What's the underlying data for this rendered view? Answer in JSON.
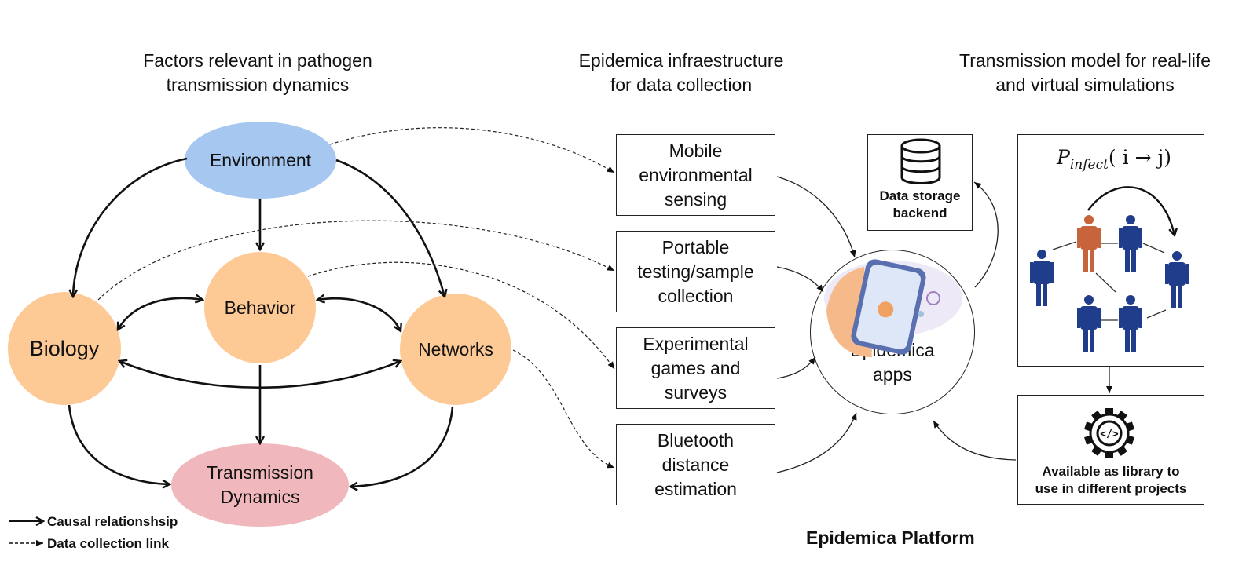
{
  "headings": {
    "factors": [
      "Factors relevant in pathogen",
      "transmission dynamics"
    ],
    "infrastructure": [
      "Epidemica infraestructure",
      "for data collection"
    ],
    "model": [
      "Transmission model for real-life",
      "and virtual simulations"
    ]
  },
  "factor_nodes": {
    "environment": "Environment",
    "biology": "Biology",
    "behavior": "Behavior",
    "networks": "Networks",
    "transmission": [
      "Transmission",
      "Dynamics"
    ]
  },
  "collection_boxes": [
    [
      "Mobile",
      "environmental",
      "sensing"
    ],
    [
      "Portable",
      "testing/sample",
      "collection"
    ],
    [
      "Experimental",
      "games and",
      "surveys"
    ],
    [
      "Bluetooth",
      "distance",
      "estimation"
    ]
  ],
  "storage": [
    "Data storage",
    "backend"
  ],
  "apps": [
    "Epidemica",
    "apps"
  ],
  "model_box": {
    "formula": "P",
    "formula_sub": "infect",
    "formula_rest": "( i → j)"
  },
  "library": [
    "Available as library to",
    "use in different projects"
  ],
  "platform_label": "Epidemica Platform",
  "legend": {
    "causal": "Causal relationshsip",
    "data": "Data collection link"
  },
  "colors": {
    "environment": "#a6c8f0",
    "factor": "#fdc995",
    "transmission": "#f0b8bc",
    "person_blue": "#1f3d8a",
    "person_orange": "#c8643c"
  }
}
